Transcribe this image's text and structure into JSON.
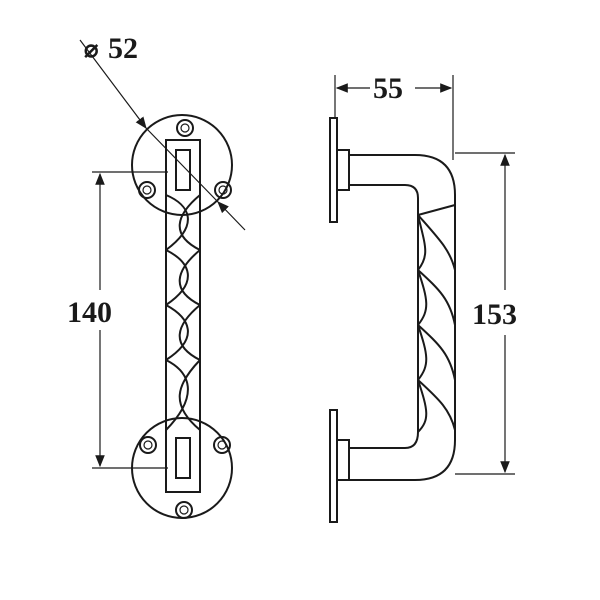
{
  "dimensions": {
    "diameter": {
      "symbol": "⌀",
      "value": "52"
    },
    "projection": "55",
    "center_distance": "140",
    "height": "153"
  }
}
